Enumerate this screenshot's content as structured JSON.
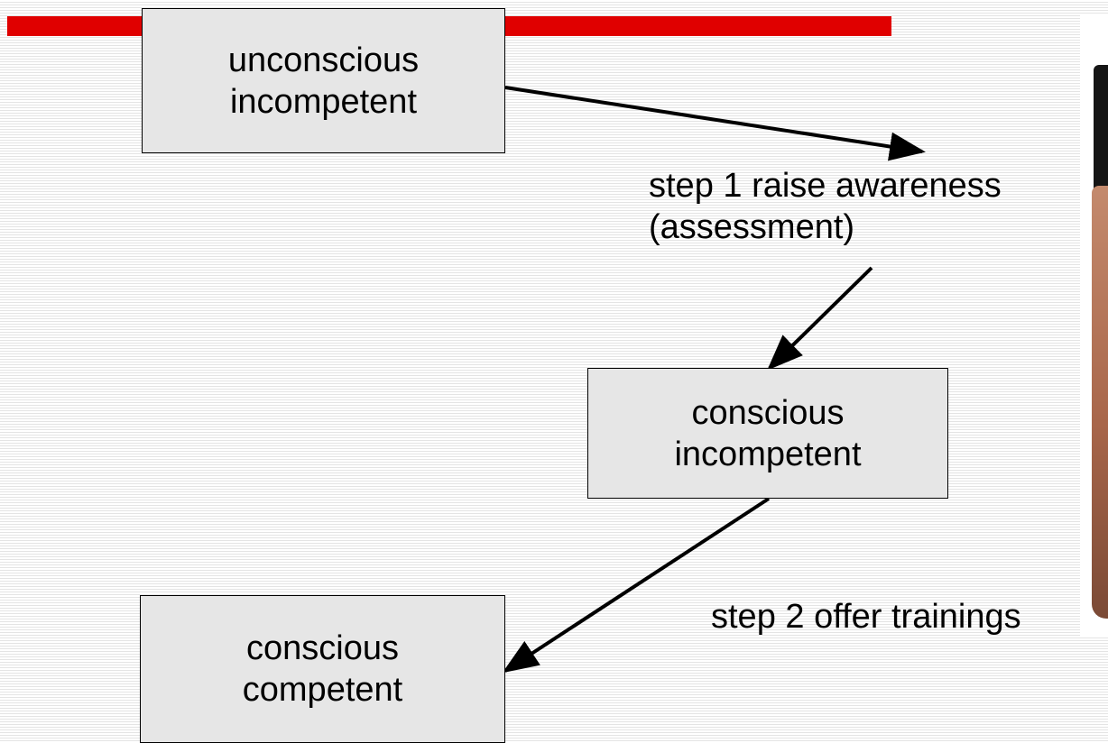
{
  "nodes": {
    "unconscious_incompetent": {
      "line1": "unconscious",
      "line2": "incompetent"
    },
    "conscious_incompetent": {
      "line1": "conscious",
      "line2": "incompetent"
    },
    "conscious_competent": {
      "line1": "conscious",
      "line2": "competent"
    }
  },
  "edges": {
    "step1": {
      "line1": "step 1 raise awareness",
      "line2": "(assessment)"
    },
    "step2": {
      "line1": "step 2 offer trainings"
    }
  },
  "colors": {
    "accent_bar": "#e00000",
    "box_fill": "#e6e6e6"
  },
  "icons": [
    "arrow",
    "arrow",
    "arrow"
  ]
}
